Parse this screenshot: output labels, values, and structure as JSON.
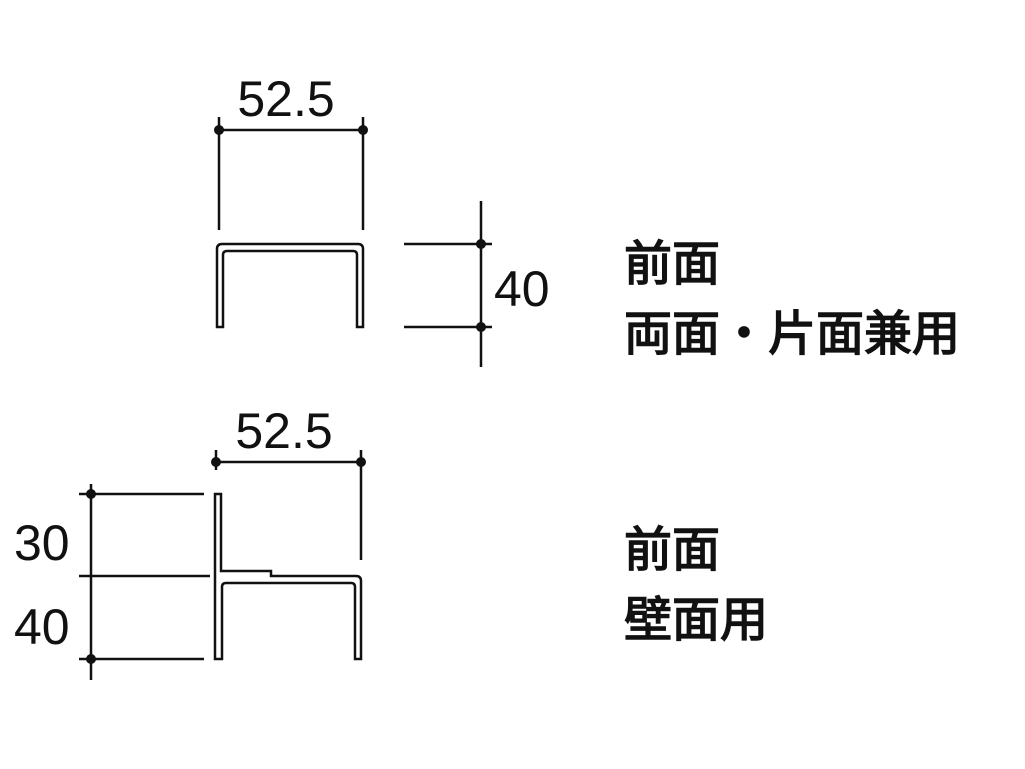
{
  "diagram_top": {
    "width_label": "52.5",
    "height_label": "40",
    "caption_line1": "前面",
    "caption_line2": "両面・片面兼用"
  },
  "diagram_bottom": {
    "width_label": "52.5",
    "upper_height_label": "30",
    "lower_height_label": "40",
    "caption_line1": "前面",
    "caption_line2": "壁面用"
  }
}
